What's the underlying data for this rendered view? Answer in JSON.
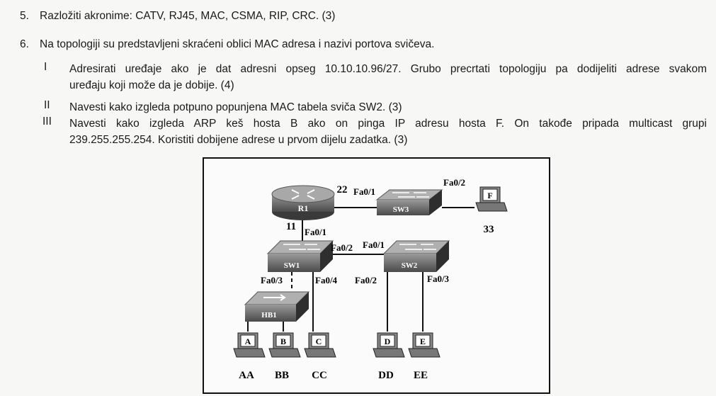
{
  "q5": {
    "num": "5.",
    "text": "Razložiti akronime: CATV, RJ45, MAC, CSMA, RIP, CRC. (3)"
  },
  "q6": {
    "num": "6.",
    "text": "Na topologiji su predstavljeni skraćeni oblici MAC adresa i nazivi portova svičeva."
  },
  "items": [
    {
      "mark": "I",
      "line1": "Adresirati uređaje ako je dat adresni opseg 10.10.10.96/27. Grubo precrtati topologiju pa dodijeliti adrese svakom",
      "line2": "uređaju koji može da je dobije. (4)"
    },
    {
      "mark": "II",
      "line1": "Navesti kako izgleda potpuno popunjena MAC tabela sviča SW2. (3)"
    },
    {
      "mark": "III",
      "line1": "Navesti kako izgleda ARP keš hosta B ako on pinga IP adresu hosta F. On takođe pripada multicast grupi",
      "line2": "239.255.255.254. Koristiti dobijene adrese u prvom dijelu zadatka. (3)"
    }
  ],
  "topology": {
    "devices": {
      "r1": "R1",
      "sw1": "SW1",
      "sw2": "SW2",
      "sw3": "SW3",
      "hb1": "HB1"
    },
    "hosts": [
      {
        "id": "A",
        "mac": "AA"
      },
      {
        "id": "B",
        "mac": "BB"
      },
      {
        "id": "C",
        "mac": "CC"
      },
      {
        "id": "D",
        "mac": "DD"
      },
      {
        "id": "E",
        "mac": "EE"
      },
      {
        "id": "F",
        "mac": "33"
      }
    ],
    "r1_mac_top": "22",
    "r1_mac_bottom": "11",
    "ports": {
      "sw3_left": "Fa0/1",
      "sw3_right": "Fa0/2",
      "sw1_top": "Fa0/1",
      "sw1_right": "Fa0/2",
      "sw2_left": "Fa0/1",
      "sw1_hub": "Fa0/3",
      "sw1_cc": "Fa0/4",
      "sw2_dd": "Fa0/2",
      "sw2_ee": "Fa0/3"
    }
  }
}
